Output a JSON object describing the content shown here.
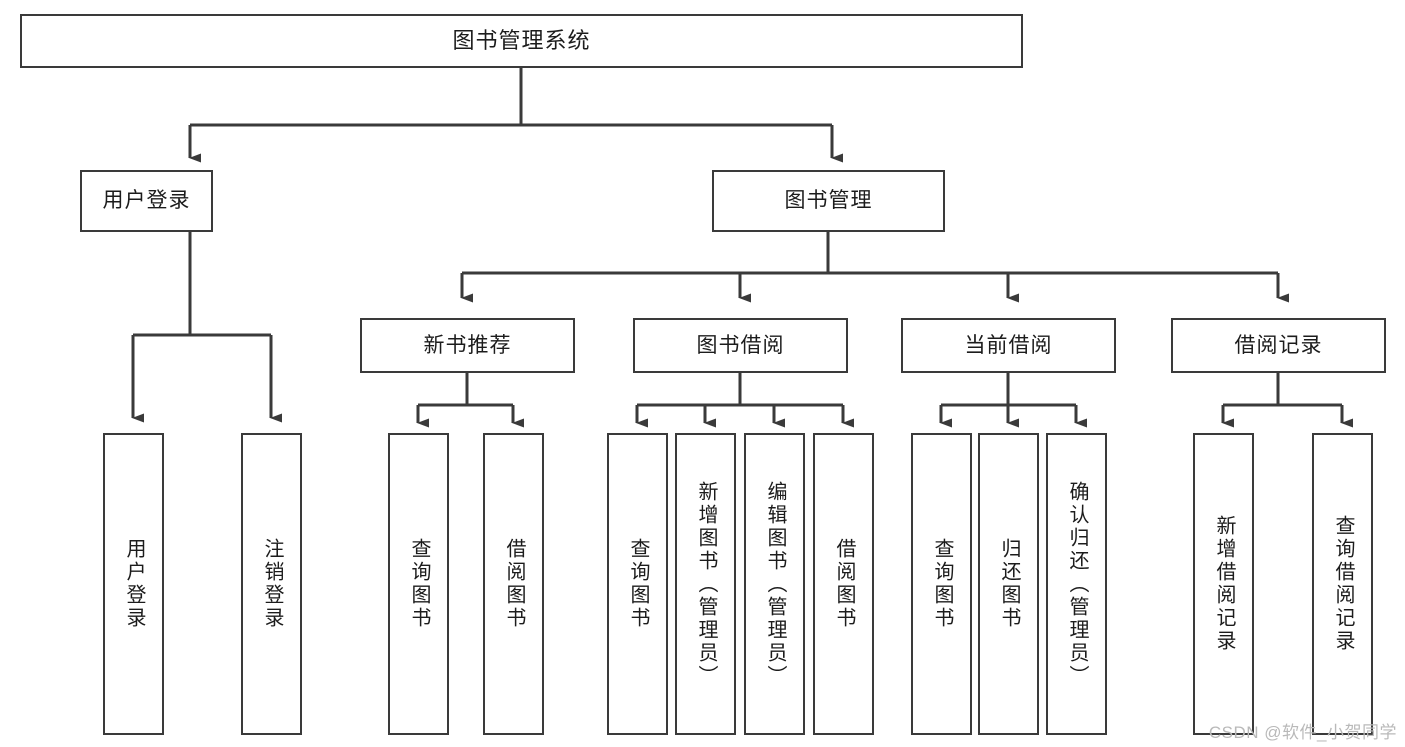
{
  "diagram": {
    "title": "图书管理系统",
    "type": "tree-hierarchy",
    "watermark": "CSDN @软件_小贺同学",
    "colors": {
      "stroke": "#3a3a3a",
      "fill": "#ffffff",
      "text": "#1c1c1c",
      "watermark": "#b9b9b9"
    },
    "levels": {
      "root": {
        "label": "图书管理系统"
      },
      "level2": [
        {
          "id": "user-login",
          "label": "用户登录"
        },
        {
          "id": "book-manage",
          "label": "图书管理"
        }
      ],
      "level3": [
        {
          "id": "new-book-rec",
          "label": "新书推荐"
        },
        {
          "id": "book-borrow",
          "label": "图书借阅"
        },
        {
          "id": "current-borrow",
          "label": "当前借阅"
        },
        {
          "id": "borrow-record",
          "label": "借阅记录"
        }
      ],
      "leaves": {
        "user-login": [
          {
            "id": "leaf-user-login",
            "label": "用户登录"
          },
          {
            "id": "leaf-logout",
            "label": "注销登录"
          }
        ],
        "new-book-rec": [
          {
            "id": "leaf-query-book-1",
            "label": "查询图书"
          },
          {
            "id": "leaf-borrow-book-1",
            "label": "借阅图书"
          }
        ],
        "book-borrow": [
          {
            "id": "leaf-query-book-2",
            "label": "查询图书"
          },
          {
            "id": "leaf-add-book",
            "label": "新增图书（管理员）"
          },
          {
            "id": "leaf-edit-book",
            "label": "编辑图书（管理员）"
          },
          {
            "id": "leaf-borrow-book-2",
            "label": "借阅图书"
          }
        ],
        "current-borrow": [
          {
            "id": "leaf-query-book-3",
            "label": "查询图书"
          },
          {
            "id": "leaf-return-book",
            "label": "归还图书"
          },
          {
            "id": "leaf-confirm-return",
            "label": "确认归还（管理员）"
          }
        ],
        "borrow-record": [
          {
            "id": "leaf-add-record",
            "label": "新增借阅记录"
          },
          {
            "id": "leaf-query-record",
            "label": "查询借阅记录"
          }
        ]
      }
    }
  }
}
